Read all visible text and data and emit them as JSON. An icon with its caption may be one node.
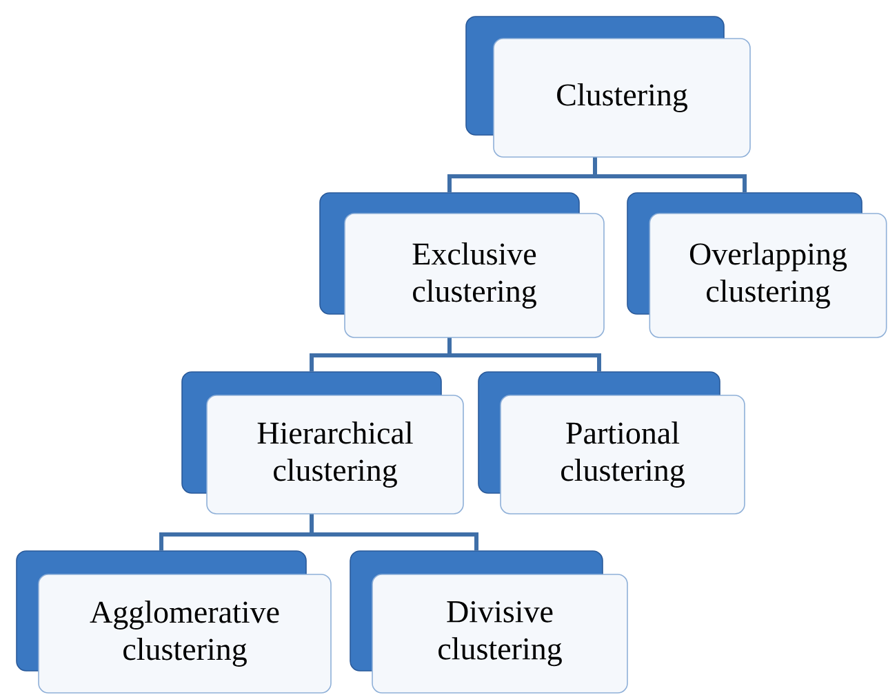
{
  "diagram": {
    "nodes": [
      {
        "text": [
          "Clustering"
        ]
      },
      {
        "text": [
          "Exclusive clustering"
        ]
      },
      {
        "text": [
          "Overlapping clustering"
        ]
      },
      {
        "text": [
          "Hierarchical clustering"
        ]
      },
      {
        "text": [
          "Partional clustering"
        ]
      },
      {
        "text": [
          "Agglomerative clustering"
        ]
      },
      {
        "text": [
          "Divisive clustering"
        ]
      }
    ],
    "edges": [
      {
        "from": 0,
        "to": 1,
        "arrow": "none"
      },
      {
        "from": 0,
        "to": 2,
        "arrow": "none"
      },
      {
        "from": 1,
        "to": 3,
        "arrow": "none"
      },
      {
        "from": 1,
        "to": 4,
        "arrow": "none"
      },
      {
        "from": 3,
        "to": 5,
        "arrow": "none"
      },
      {
        "from": 3,
        "to": 6,
        "arrow": "none"
      }
    ]
  }
}
